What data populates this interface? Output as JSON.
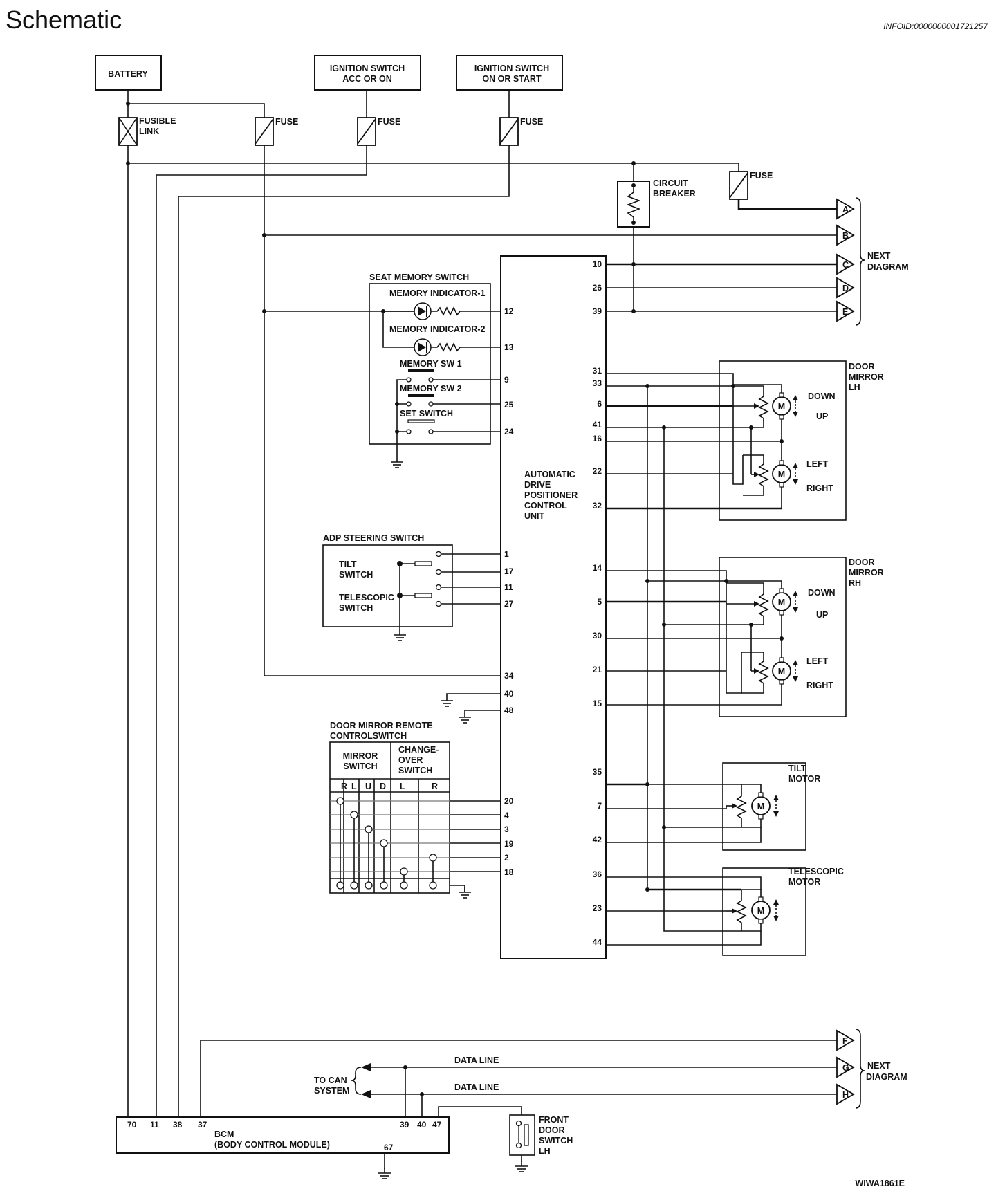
{
  "page": {
    "title": "Schematic",
    "info_id": "INFOID:0000000001721257",
    "figure_id": "WIWA1861E"
  },
  "power": {
    "battery": "BATTERY",
    "ign_acc_l1": "IGNITION SWITCH",
    "ign_acc_l2": "ACC OR ON",
    "ign_on_l1": "IGNITION SWITCH",
    "ign_on_l2": "ON OR START",
    "fusible_l1": "FUSIBLE",
    "fusible_l2": "LINK",
    "fuse": "FUSE",
    "cb_l1": "CIRCUIT",
    "cb_l2": "BREAKER"
  },
  "next_top": {
    "connectors": [
      "A",
      "B",
      "C",
      "D",
      "E"
    ],
    "label_l1": "NEXT",
    "label_l2": "DIAGRAM"
  },
  "next_bottom": {
    "connectors": [
      "F",
      "G",
      "H"
    ],
    "label_l1": "NEXT",
    "label_l2": "DIAGRAM"
  },
  "control_unit": {
    "name_lines": [
      "AUTOMATIC",
      "DRIVE",
      "POSITIONER",
      "CONTROL",
      "UNIT"
    ],
    "left_pins": [
      "12",
      "13",
      "9",
      "25",
      "24",
      "1",
      "17",
      "11",
      "27",
      "34",
      "40",
      "48",
      "20",
      "4",
      "3",
      "19",
      "2",
      "18"
    ],
    "right_pins": [
      "10",
      "26",
      "39",
      "31",
      "33",
      "6",
      "41",
      "16",
      "22",
      "32",
      "14",
      "5",
      "30",
      "21",
      "15",
      "35",
      "7",
      "42",
      "36",
      "23",
      "44"
    ]
  },
  "seat_memory": {
    "title": "SEAT MEMORY SWITCH",
    "ind1": "MEMORY INDICATOR-1",
    "ind2": "MEMORY INDICATOR-2",
    "sw1": "MEMORY SW 1",
    "sw2": "MEMORY SW 2",
    "set": "SET SWITCH"
  },
  "adp_steering": {
    "title": "ADP STEERING SWITCH",
    "tilt_l1": "TILT",
    "tilt_l2": "SWITCH",
    "tele_l1": "TELESCOPIC",
    "tele_l2": "SWITCH"
  },
  "mirror_remote": {
    "title_l1": "DOOR MIRROR REMOTE",
    "title_l2": "CONTROLSWITCH",
    "mirror_l1": "MIRROR",
    "mirror_l2": "SWITCH",
    "change_l1": "CHANGE-",
    "change_l2": "OVER",
    "change_l3": "SWITCH",
    "cols": [
      "R",
      "L",
      "U",
      "D",
      "L",
      "R"
    ]
  },
  "door_mirror_lh": {
    "title_lines": [
      "DOOR",
      "MIRROR",
      "LH"
    ],
    "down": "DOWN",
    "up": "UP",
    "left": "LEFT",
    "right": "RIGHT"
  },
  "door_mirror_rh": {
    "title_lines": [
      "DOOR",
      "MIRROR",
      "RH"
    ],
    "down": "DOWN",
    "up": "UP",
    "left": "LEFT",
    "right": "RIGHT"
  },
  "tilt_motor": {
    "title_l1": "TILT",
    "title_l2": "MOTOR"
  },
  "tele_motor": {
    "title_l1": "TELESCOPIC",
    "title_l2": "MOTOR"
  },
  "motor_symbol": "M",
  "bcm": {
    "name_l1": "BCM",
    "name_l2": "(BODY CONTROL MODULE)",
    "pins": [
      "70",
      "11",
      "38",
      "37",
      "39",
      "40",
      "47"
    ],
    "ground_pin": "67"
  },
  "can": {
    "to_can_l1": "TO CAN",
    "to_can_l2": "SYSTEM",
    "data_line": "DATA LINE"
  },
  "front_door": {
    "lines": [
      "FRONT",
      "DOOR",
      "SWITCH",
      "LH"
    ]
  }
}
